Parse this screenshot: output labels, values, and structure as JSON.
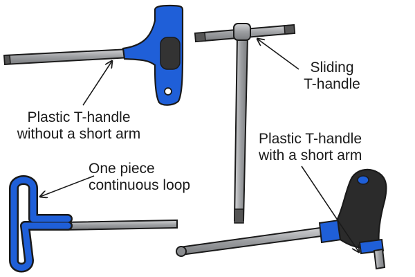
{
  "labels": {
    "plastic_no_arm": [
      "Plastic T-handle",
      "without a short arm"
    ],
    "sliding": [
      "Sliding",
      "T-handle"
    ],
    "plastic_short_arm": [
      "Plastic T-handle",
      "with a short arm"
    ],
    "one_piece": [
      "One piece",
      "continuous loop"
    ]
  },
  "colors": {
    "handle_blue": "#1f5fd8",
    "handle_dark": "#2b2b2b",
    "steel": "#a7a9ac",
    "outline": "#1a1a1a"
  }
}
